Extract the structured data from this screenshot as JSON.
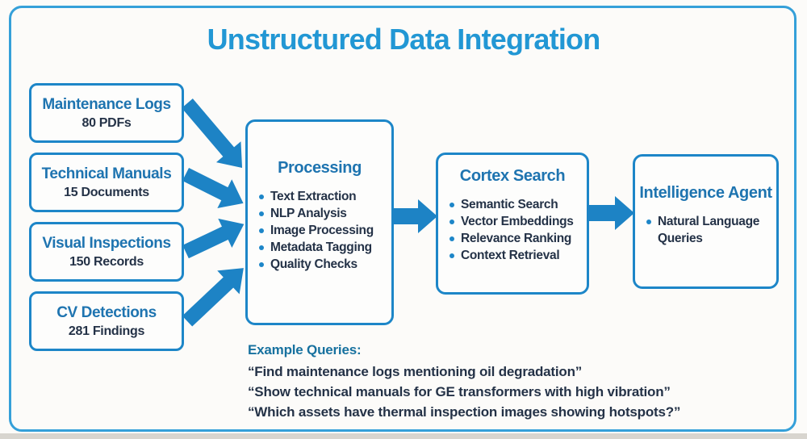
{
  "title": "Unstructured Data Integration",
  "colors": {
    "frame_blue": "#35a0d9",
    "box_border_blue": "#1d86c8",
    "arrow_blue": "#1d83c5",
    "title_blue": "#2297d4",
    "heading_blue": "#1e74b0",
    "body_navy": "#243247",
    "background": "#fcfbf9"
  },
  "sources": [
    {
      "title": "Maintenance Logs",
      "subtitle": "80 PDFs"
    },
    {
      "title": "Technical Manuals",
      "subtitle": "15 Documents"
    },
    {
      "title": "Visual Inspections",
      "subtitle": "150 Records"
    },
    {
      "title": "CV Detections",
      "subtitle": "281 Findings"
    }
  ],
  "stages": {
    "processing": {
      "title": "Processing",
      "bullets": [
        "Text Extraction",
        "NLP Analysis",
        "Image Processing",
        "Metadata Tagging",
        "Quality Checks"
      ]
    },
    "cortex_search": {
      "title": "Cortex Search",
      "bullets": [
        "Semantic Search",
        "Vector Embeddings",
        "Relevance Ranking",
        "Context Retrieval"
      ]
    },
    "intelligence_agent": {
      "title": "Intelligence Agent",
      "bullets": [
        "Natural Language Queries"
      ]
    }
  },
  "example_queries": {
    "heading": "Example Queries:",
    "queries": [
      "“Find maintenance logs mentioning oil degradation”",
      "“Show technical manuals for GE transformers with high vibration”",
      "“Which assets have thermal inspection images showing hotspots?”"
    ]
  }
}
